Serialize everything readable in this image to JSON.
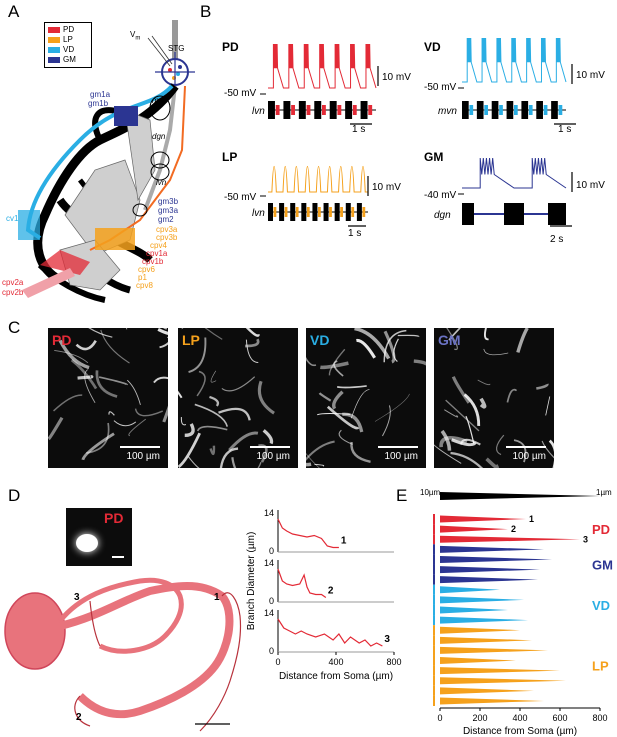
{
  "panels": {
    "a": "A",
    "b": "B",
    "c": "C",
    "d": "D",
    "e": "E"
  },
  "legend": [
    {
      "label": "PD",
      "color": "#e32a36"
    },
    {
      "label": "LP",
      "color": "#f5a11c"
    },
    {
      "label": "VD",
      "color": "#2aaee4"
    },
    {
      "label": "GM",
      "color": "#2b3592"
    }
  ],
  "schematic": {
    "vm": "V",
    "vm_sub": "m",
    "stg": "STG",
    "mvn": "mvn",
    "dgn": "dgn",
    "lvn": "lvn",
    "gm1a": "gm1a",
    "gm1b": "gm1b",
    "gm3b": "gm3b",
    "gm3a": "gm3a",
    "gm2": "gm2",
    "cpv3a": "cpv3a",
    "cpv3b": "cpv3b",
    "cpv4": "cpv4",
    "cpv1a": "cpv1a",
    "cpv1b": "cpv1b",
    "cpv6": "cpv6",
    "p1": "p1",
    "cpv8": "cpv8",
    "cv1": "cv1",
    "cpv2a": "cpv2a",
    "cpv2b": "cpv2b"
  },
  "traces": {
    "pd": {
      "name": "PD",
      "nerve": "lvn",
      "baseline": "-50 mV",
      "scale_v": "10 mV",
      "scale_t": "1 s"
    },
    "vd": {
      "name": "VD",
      "nerve": "mvn",
      "baseline": "-50 mV",
      "scale_v": "10 mV",
      "scale_t": "1 s"
    },
    "lp": {
      "name": "LP",
      "nerve": "lvn",
      "baseline": "-50 mV",
      "scale_v": "10 mV",
      "scale_t": "1 s"
    },
    "gm": {
      "name": "GM",
      "nerve": "dgn",
      "baseline": "-40 mV",
      "scale_v": "10 mV",
      "scale_t": "2 s"
    }
  },
  "micrographs": [
    {
      "label": "PD",
      "color": "#e32a36",
      "scale": "100 µm"
    },
    {
      "label": "LP",
      "color": "#f5a11c",
      "scale": "100 µm"
    },
    {
      "label": "VD",
      "color": "#2aaee4",
      "scale": "100 µm"
    },
    {
      "label": "GM",
      "color": "#6b73c4",
      "scale": "100 µm"
    }
  ],
  "panel_d": {
    "inset_label": "PD",
    "branch_labels": [
      "1",
      "2",
      "3"
    ],
    "chart_data": {
      "type": "line",
      "title": "",
      "xlabel": "Distance from Soma (µm)",
      "ylabel": "Branch Diameter (µm)",
      "xlim": [
        0,
        800
      ],
      "ylim": [
        0,
        14
      ],
      "xticks": [
        "0",
        "400",
        "800"
      ],
      "yticks": [
        "0",
        "14"
      ],
      "series": [
        {
          "name": "1",
          "x": [
            0,
            30,
            60,
            100,
            150,
            200,
            250,
            300,
            340,
            380,
            420
          ],
          "y": [
            11,
            8,
            7,
            6,
            5.5,
            5,
            5.5,
            4.5,
            2,
            1.5,
            1.5
          ]
        },
        {
          "name": "2",
          "x": [
            0,
            30,
            60,
            100,
            150,
            180,
            200,
            220,
            260,
            300,
            330
          ],
          "y": [
            11,
            7,
            6,
            5.5,
            6,
            9,
            5,
            3,
            2.5,
            2.5,
            1.5
          ]
        },
        {
          "name": "3",
          "x": [
            0,
            40,
            80,
            120,
            160,
            200,
            260,
            320,
            380,
            420,
            460,
            500,
            560,
            600,
            640,
            680,
            720
          ],
          "y": [
            11,
            8,
            7,
            6,
            7,
            6,
            5,
            6,
            4,
            6,
            3,
            5,
            3,
            4,
            2,
            3,
            2
          ]
        }
      ]
    }
  },
  "panel_e": {
    "top_labels": {
      "left": "10µm",
      "right": "1µm"
    },
    "groups": [
      {
        "label": "PD",
        "color": "#e32a36"
      },
      {
        "label": "GM",
        "color": "#2b3592"
      },
      {
        "label": "VD",
        "color": "#2aaee4"
      },
      {
        "label": "LP",
        "color": "#f5a11c"
      }
    ],
    "chart_data": {
      "type": "bar",
      "title": "",
      "xlabel": "Distance from Soma (µm)",
      "ylabel": "",
      "xlim": [
        0,
        800
      ],
      "xticks": [
        "0",
        "200",
        "400",
        "600",
        "800"
      ],
      "annotations": [
        "1",
        "2",
        "3"
      ],
      "branches": [
        {
          "group": "PD",
          "length": 430
        },
        {
          "group": "PD",
          "length": 340
        },
        {
          "group": "PD",
          "length": 700
        },
        {
          "group": "GM",
          "length": 520
        },
        {
          "group": "GM",
          "length": 560
        },
        {
          "group": "GM",
          "length": 500
        },
        {
          "group": "GM",
          "length": 490
        },
        {
          "group": "VD",
          "length": 300
        },
        {
          "group": "VD",
          "length": 420
        },
        {
          "group": "VD",
          "length": 340
        },
        {
          "group": "VD",
          "length": 440
        },
        {
          "group": "LP",
          "length": 400
        },
        {
          "group": "LP",
          "length": 460
        },
        {
          "group": "LP",
          "length": 540
        },
        {
          "group": "LP",
          "length": 380
        },
        {
          "group": "LP",
          "length": 600
        },
        {
          "group": "LP",
          "length": 630
        },
        {
          "group": "LP",
          "length": 470
        },
        {
          "group": "LP",
          "length": 520
        }
      ]
    }
  }
}
